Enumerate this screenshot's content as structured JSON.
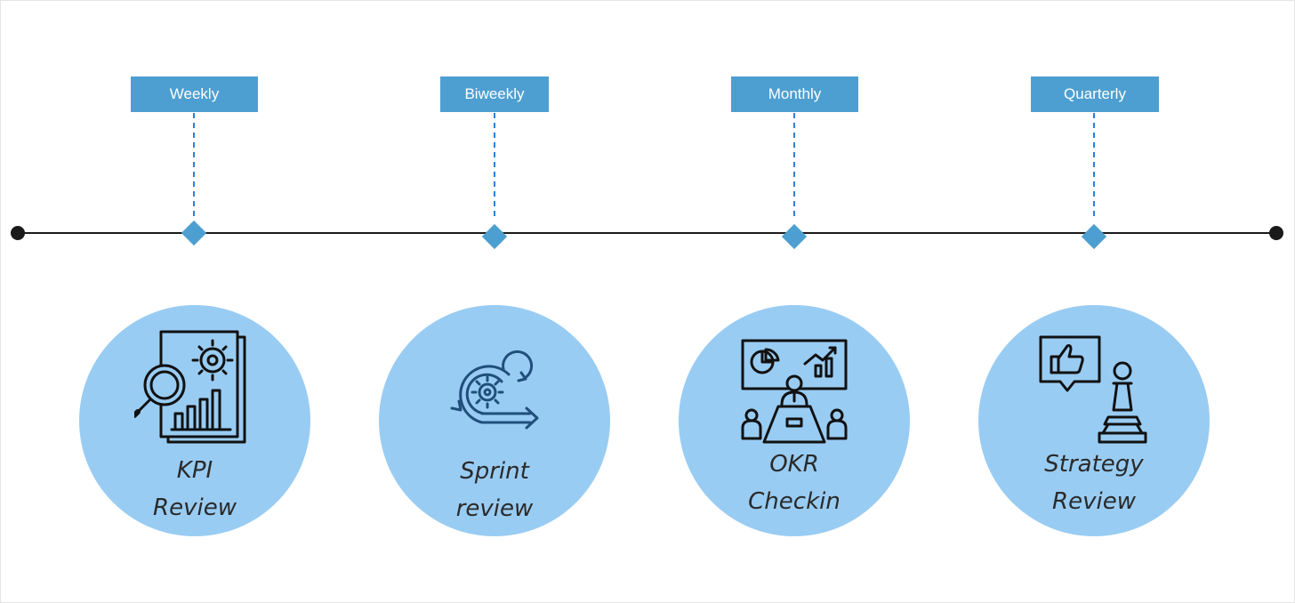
{
  "colors": {
    "tag_fill": "#4e9fd1",
    "marker_fill": "#4e9fd1",
    "circle_fill": "#99ccf3",
    "axis_line": "#1a1a1a",
    "connector": "#2f7fd6",
    "icon_stroke": "#111111",
    "sprint_icon_stroke": "#1f4f7a"
  },
  "timeline": {
    "milestones": [
      {
        "frequency": "Weekly",
        "label_line1": "KPI",
        "label_line2": "Review",
        "icon": "kpi-report-magnifier-gear-icon"
      },
      {
        "frequency": "Biweekly",
        "label_line1": "Sprint",
        "label_line2": "review",
        "icon": "sprint-cycle-gear-icon"
      },
      {
        "frequency": "Monthly",
        "label_line1": "OKR",
        "label_line2": "Checkin",
        "icon": "presentation-meeting-icon"
      },
      {
        "frequency": "Quarterly",
        "label_line1": "Strategy",
        "label_line2": "Review",
        "icon": "thumbs-up-chess-pawn-icon"
      }
    ]
  }
}
